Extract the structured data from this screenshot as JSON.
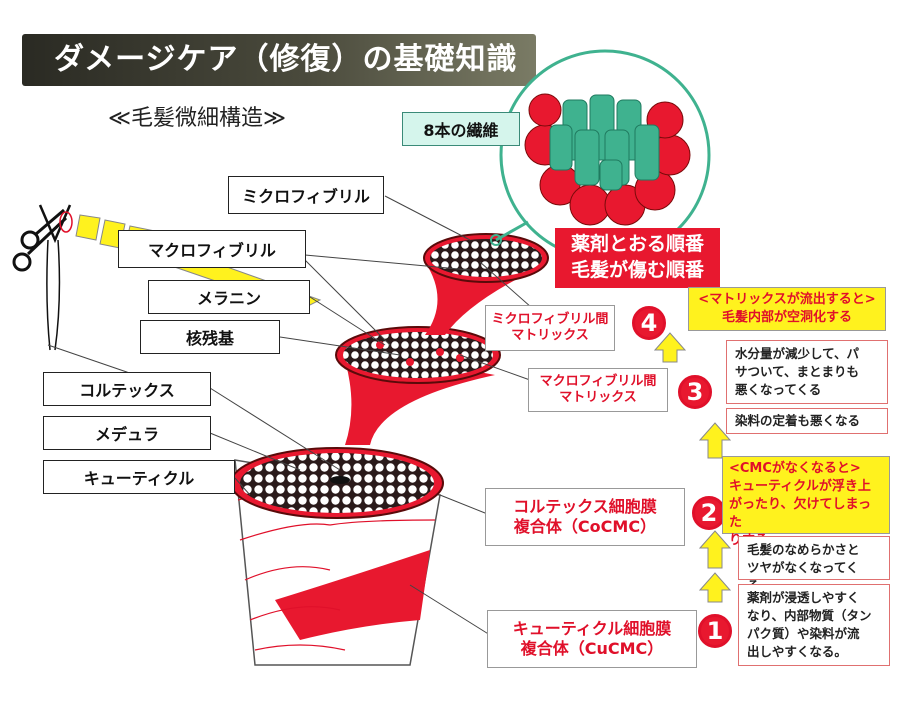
{
  "title": "ダメージケア（修復）の基礎知識",
  "subtitle": "≪毛髪微細構造≫",
  "fiber_label": "8本の繊維",
  "order_box": [
    "薬剤とおる順番",
    "毛髪が傷む順番"
  ],
  "structure_labels": {
    "microfibril": "ミクロフィブリル",
    "macrofibril": "マクロフィブリル",
    "melanin": "メラニン",
    "nuclear_residue": "核残基",
    "cortex": "コルテックス",
    "medulla": "メデュラ",
    "cuticle": "キューティクル"
  },
  "red_labels": {
    "micro_matrix": [
      "ミクロフィブリル間",
      "マトリックス"
    ],
    "macro_matrix": [
      "マクロフィブリル間",
      "マトリックス"
    ],
    "cocmc": [
      "コルテックス細胞膜",
      "複合体（CoCMC）"
    ],
    "cucmc": [
      "キューティクル細胞膜",
      "複合体（CuCMC）"
    ]
  },
  "steps": {
    "n1": "1",
    "n2": "2",
    "n3": "3",
    "n4": "4"
  },
  "notes": {
    "step4_warning": [
      "<マトリックスが流出すると>",
      "毛髪内部が空洞化する"
    ],
    "step3_a": [
      "水分量が減少して、パ",
      "サついて、まとまりも",
      "悪くなってくる"
    ],
    "step3_b": "染料の定着も悪くなる",
    "step2_warning": [
      "<CMCがなくなると>",
      "キューティクルが浮き上",
      "がったり、欠けてしまった",
      "りする。"
    ],
    "step2_a": [
      "毛髪のなめらかさと",
      "ツヤがなくなってくる。"
    ],
    "step1_a": [
      "薬剤が浸透しやすく",
      "なり、内部物質（タン",
      "パク質）や染料が流",
      "出しやすくなる。"
    ]
  },
  "colors": {
    "red": "#e8182f",
    "yellow": "#fff21e",
    "teal": "#3fb28f",
    "title_bg": "#3a3a30"
  }
}
